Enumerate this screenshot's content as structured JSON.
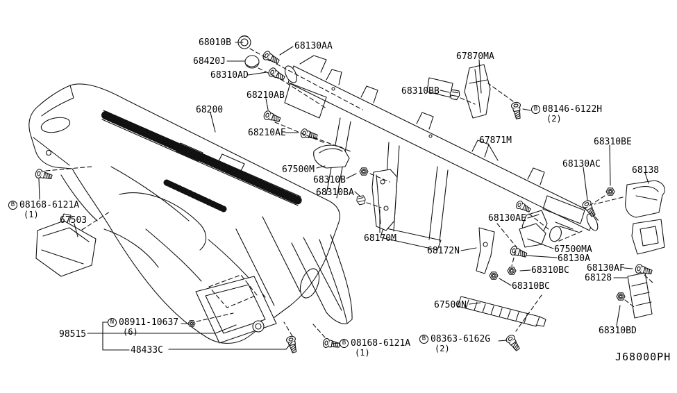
{
  "diagram_code": "J68000PH",
  "line_color": "#111111",
  "labels": [
    {
      "text": "68010B"
    },
    {
      "text": "68130AA"
    },
    {
      "text": "68420J"
    },
    {
      "text": "68310AD"
    },
    {
      "text": "68210AB"
    },
    {
      "text": "68200"
    },
    {
      "text": "68210AE"
    },
    {
      "text": "67870MA"
    },
    {
      "text": "68310BB"
    },
    {
      "prefix": "B",
      "text": "08146-6122H",
      "qty": "(2)"
    },
    {
      "text": "67871M"
    },
    {
      "text": "68310BE"
    },
    {
      "text": "68130AC"
    },
    {
      "text": "68138"
    },
    {
      "text": "67500M"
    },
    {
      "text": "68310B"
    },
    {
      "text": "68310BA"
    },
    {
      "text": "68170M"
    },
    {
      "prefix": "B",
      "text": "08168-6121A",
      "qty": "(1)"
    },
    {
      "text": "67503"
    },
    {
      "text": "68130AE"
    },
    {
      "text": "67500MA"
    },
    {
      "text": "68130A"
    },
    {
      "text": "68310BC"
    },
    {
      "text": "68130AF"
    },
    {
      "text": "68128"
    },
    {
      "text": "68310BC"
    },
    {
      "text": "68172N"
    },
    {
      "text": "67500N"
    },
    {
      "prefix": "B",
      "text": "08363-6162G",
      "qty": "(2)"
    },
    {
      "text": "68310BD"
    },
    {
      "prefix": "N",
      "text": "08911-10637",
      "qty": "(6)"
    },
    {
      "text": "98515"
    },
    {
      "text": "48433C"
    },
    {
      "prefix": "B",
      "text": "08168-6121A",
      "qty": "(1)"
    }
  ]
}
